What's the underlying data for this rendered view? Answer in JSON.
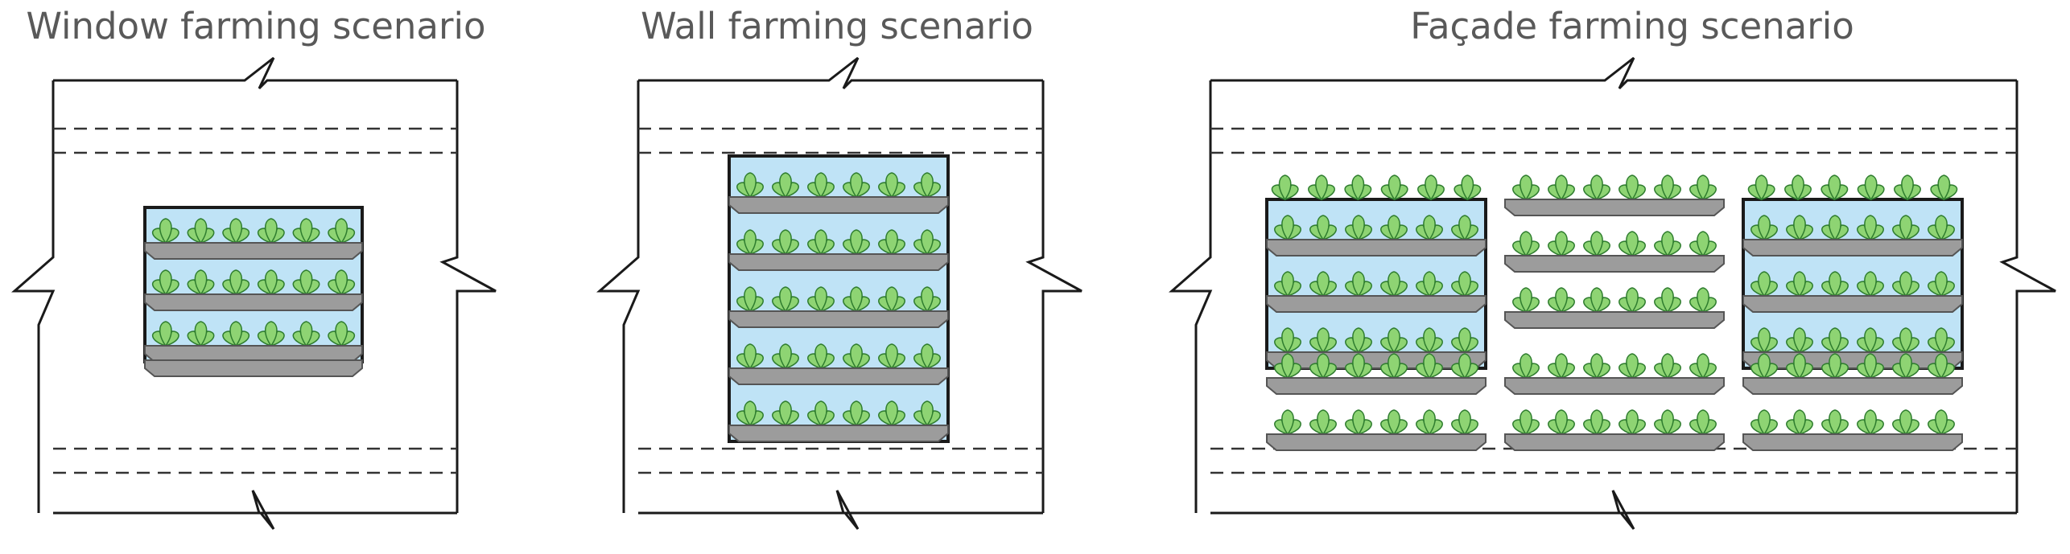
{
  "scenarios": [
    {
      "id": "window",
      "title": "Window farming scenario"
    },
    {
      "id": "wall",
      "title": "Wall farming scenario"
    },
    {
      "id": "facade",
      "title": "Façade farming scenario"
    }
  ],
  "colors": {
    "outline": "#1a1a1a",
    "dash": "#333333",
    "glass": "#bfe3f6",
    "tray": "#9c9c9c",
    "tray_edge": "#555555",
    "plant": "#8ed473",
    "plant_edge": "#2f7d2f",
    "title_text": "#595959"
  }
}
